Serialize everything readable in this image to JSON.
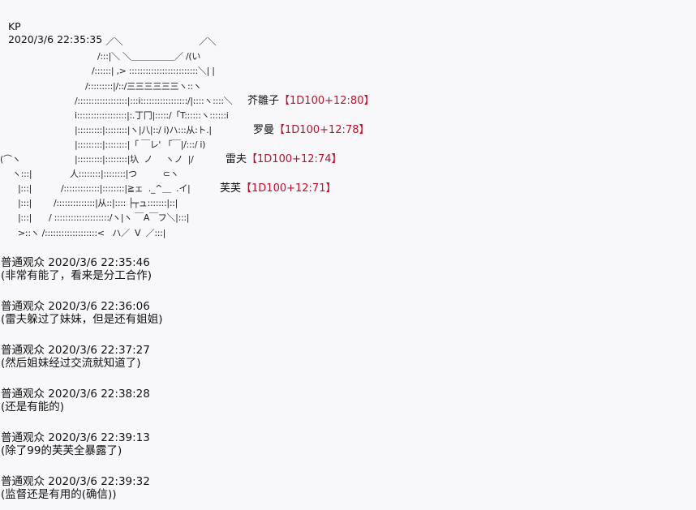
{
  "post": {
    "author": "KP",
    "timestamp": "2020/3/6 22:35:35",
    "aa_lines": [
      [
        "／＼",
        "／＼"
      ],
      [
        "/:::|＼ ＼＿＿＿＿＿／ /(い"
      ],
      [
        "/::::::| ,> :::::::::::::::::::::::::＼| |"
      ],
      [
        "/:::::::::|/::/三三三三三三ヽ::ヽ"
      ],
      [
        "/::::::::::::::::::|:::i:::::::::::::::::/|::::ヽ::::＼"
      ],
      [
        "i::::::::::::::::::|:.丁冂|:::::/「T::::::ヽ::::::i"
      ],
      [
        "|:::::::::|::::::::|ヽ|八|::/ i)ハ:::从:ト.|"
      ],
      [
        "|:::::::::|::::::::|「 ￣レ' 「￣|/:::/ i)"
      ],
      [
        "(⌒ヽ",
        "|:::::::::|::::::::|圦  ノ     ヽノ  |/"
      ],
      [
        "ヽ:::|",
        "人::::::::|::::::::|つ          ⊂ヽ"
      ],
      [
        "|:::|",
        "/:::::::::::::|::::::::|≧ェ  ._^＿  .イ|"
      ],
      [
        "|:::|",
        "/::::::::::::::|从::|:::: ├┬ュ:::::::|::|"
      ],
      [
        "|:::|",
        "/ ::::::::::::::::::::/ヽ|ヽ ￣A￣フ＼|:::|"
      ],
      [
        ">::ヽ /:::::::::::::::::::<   ハ／  V  ／:::|"
      ]
    ],
    "rolls": [
      {
        "name": "芥雛子",
        "roll": "【1D100+12:80】"
      },
      {
        "name": "罗曼",
        "roll": "【1D100+12:78】"
      },
      {
        "name": "雷夫",
        "roll": "【1D100+12:74】"
      },
      {
        "name": "芙芙",
        "roll": "【1D100+12:71】"
      }
    ]
  },
  "comments": [
    {
      "author": "普通观众",
      "timestamp": "2020/3/6 22:35:46",
      "text": "(非常有能了，看来是分工合作)"
    },
    {
      "author": "普通观众",
      "timestamp": "2020/3/6 22:36:06",
      "text": "(雷夫躲过了妹妹，但是还有姐姐)"
    },
    {
      "author": "普通观众",
      "timestamp": "2020/3/6 22:37:27",
      "text": "(然后姐妹经过交流就知道了)"
    },
    {
      "author": "普通观众",
      "timestamp": "2020/3/6 22:38:28",
      "text": "(还是有能的)"
    },
    {
      "author": "普通观众",
      "timestamp": "2020/3/6 22:39:13",
      "text": "(除了99的芙芙全暴露了)"
    },
    {
      "author": "普通观众",
      "timestamp": "2020/3/6 22:39:32",
      "text": "(监督还是有用的(确信))"
    }
  ],
  "colors": {
    "roll": "#c0102a",
    "background": "#f8f8fa"
  }
}
